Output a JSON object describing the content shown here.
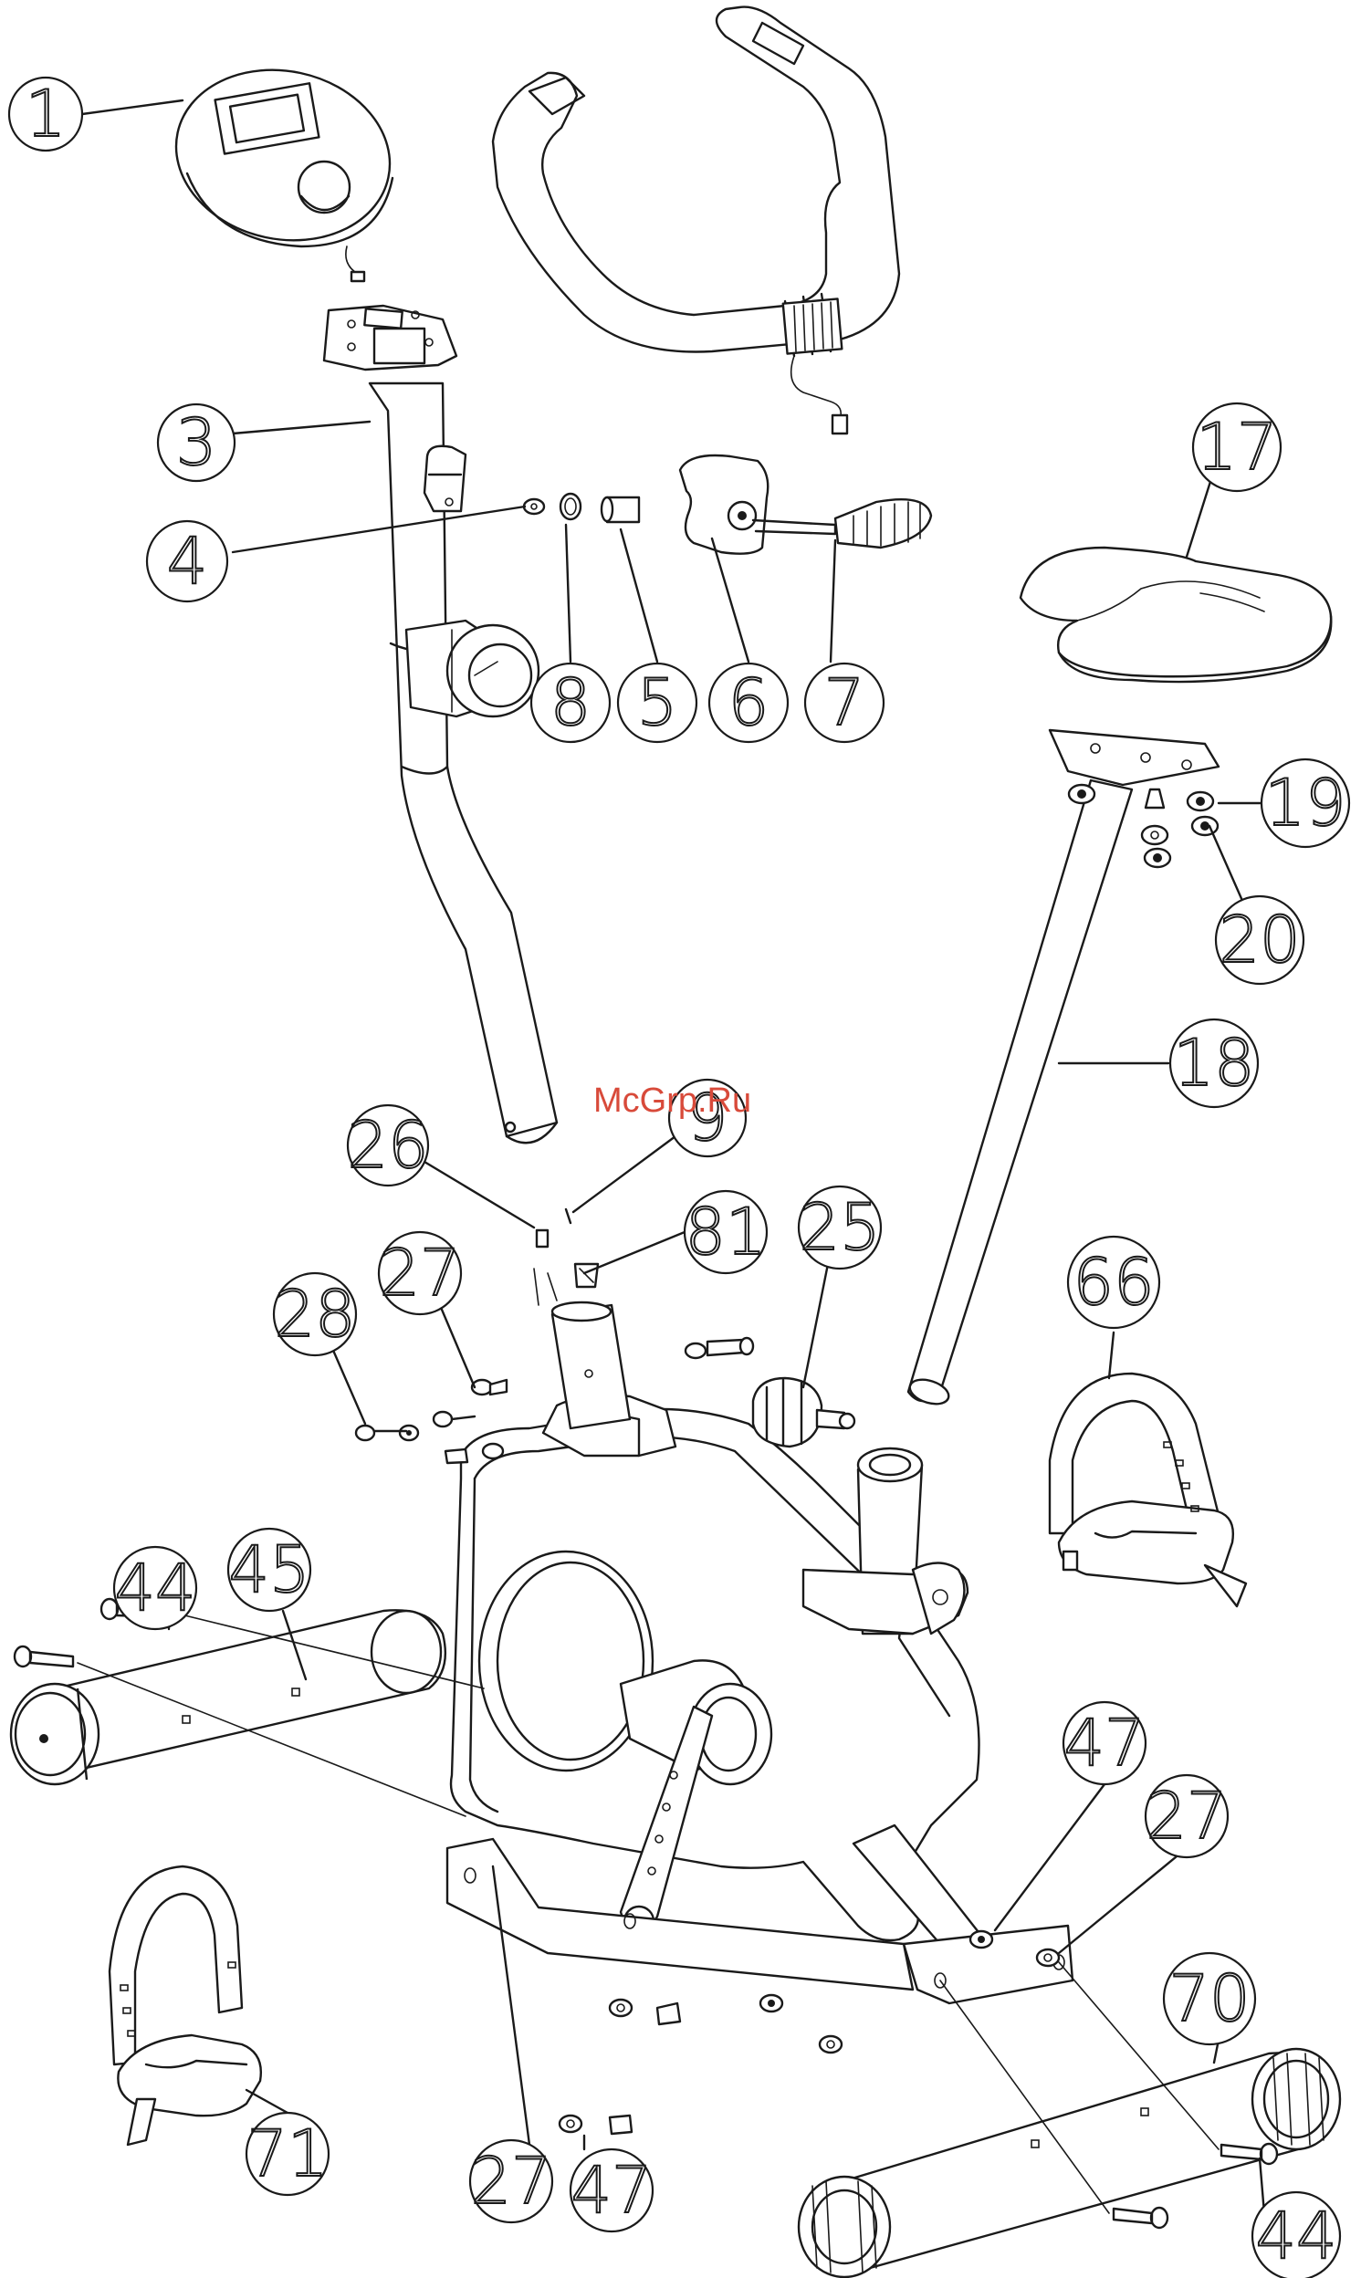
{
  "watermark": "McGrp.Ru",
  "callouts": [
    "1",
    "3",
    "4",
    "8",
    "5",
    "6",
    "7",
    "17",
    "19",
    "20",
    "18",
    "26",
    "9",
    "81",
    "25",
    "27",
    "28",
    "66",
    "44",
    "45",
    "47",
    "27",
    "70",
    "71",
    "27",
    "47",
    "44"
  ]
}
